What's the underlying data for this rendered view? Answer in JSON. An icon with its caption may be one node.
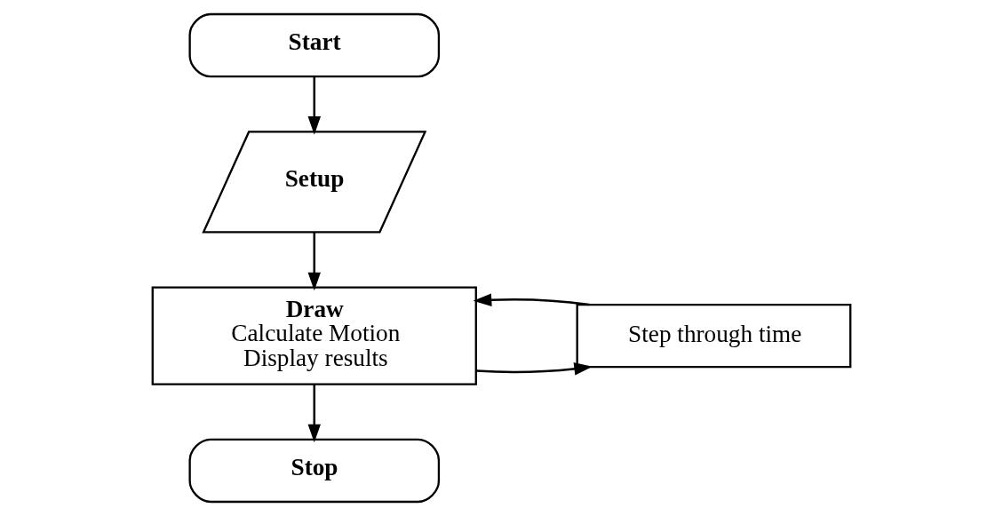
{
  "diagram": {
    "nodes": [
      {
        "text": [
          "Start"
        ]
      },
      {
        "text": [
          "Setup"
        ]
      },
      {
        "text": [
          "Draw",
          "Calculate Motion",
          "Display results"
        ]
      },
      {
        "text": [
          "Step through time"
        ]
      },
      {
        "text": [
          "Stop"
        ]
      }
    ],
    "edges": [
      {
        "from": 0,
        "to": 1,
        "arrow": "to"
      },
      {
        "from": 1,
        "to": 2,
        "arrow": "to"
      },
      {
        "from": 2,
        "to": 4,
        "arrow": "to"
      },
      {
        "from": 2,
        "to": 3,
        "arrow": "to"
      },
      {
        "from": 3,
        "to": 2,
        "arrow": "to"
      }
    ]
  }
}
